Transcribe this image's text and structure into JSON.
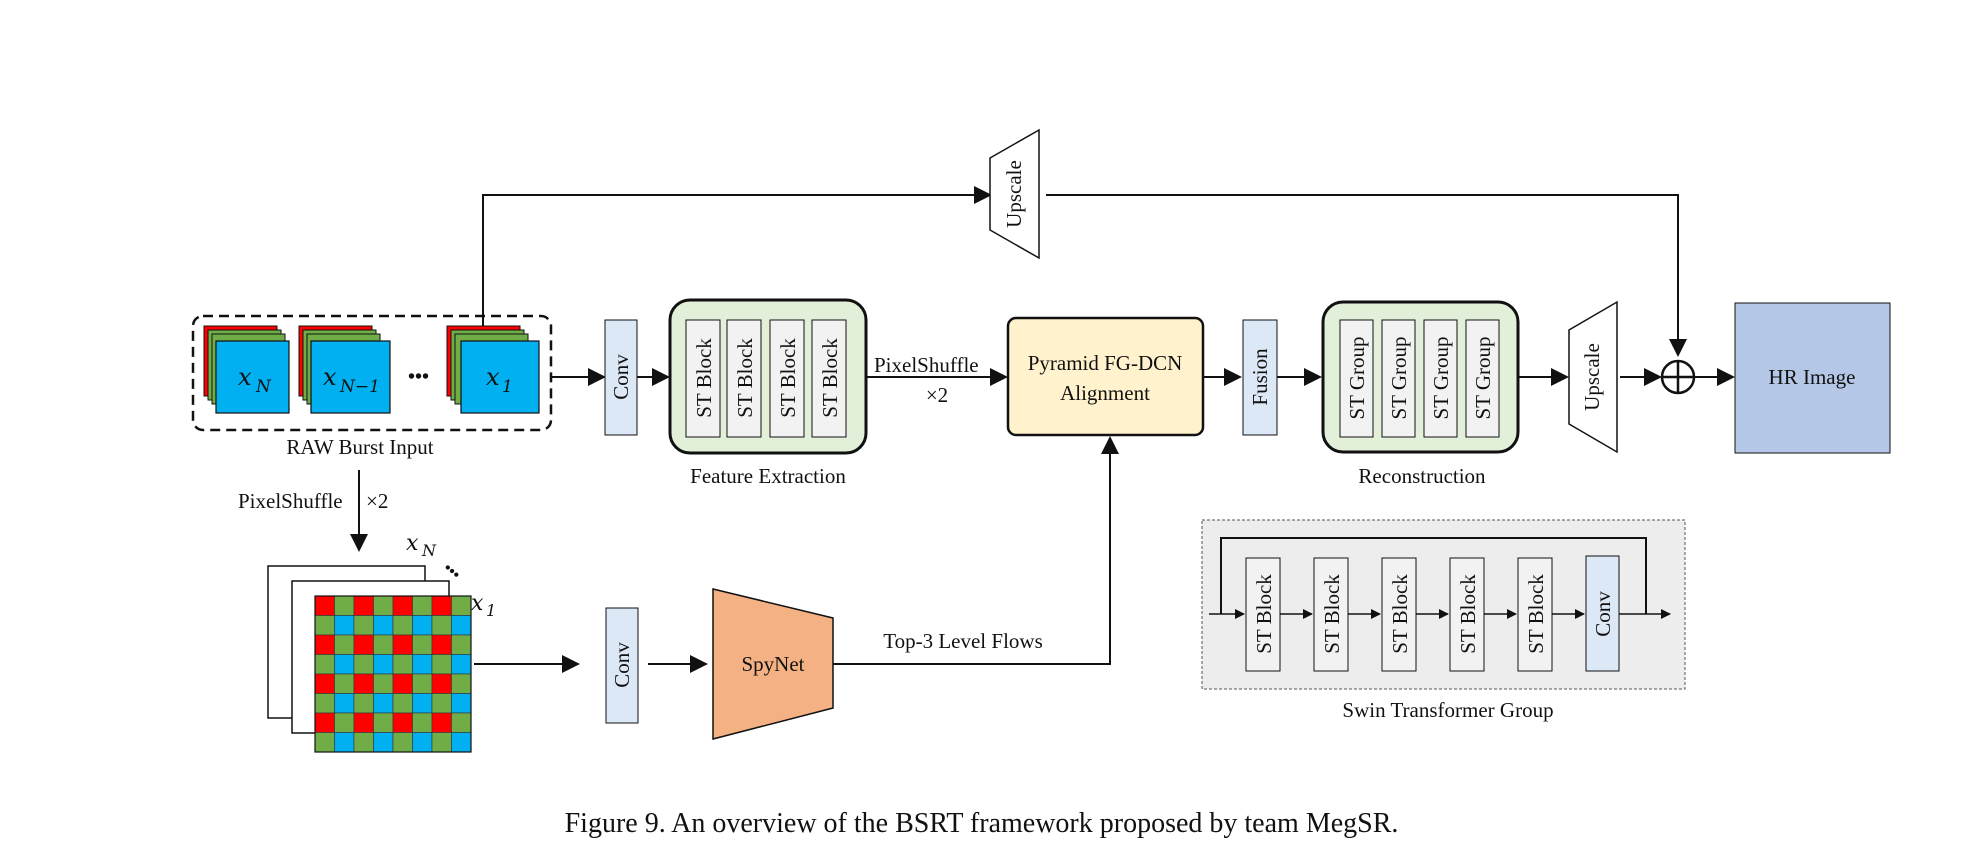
{
  "raw_burst": {
    "label": "RAW Burst Input",
    "frames": [
      {
        "symbol": "x",
        "subscript": "N"
      },
      {
        "symbol": "x",
        "subscript": "N−1"
      },
      {
        "symbol": "x",
        "subscript": "1"
      }
    ],
    "ellipsis": "•••"
  },
  "pixelshuffle_down": {
    "label": "PixelShuffle",
    "factor": "×2"
  },
  "bayer_stack": {
    "top_symbol": "x",
    "top_sub": "N",
    "bottom_symbol": "x",
    "bottom_sub": "1",
    "ellipsis": "•••"
  },
  "conv_top": "Conv",
  "conv_bottom": "Conv",
  "feature_extraction": {
    "label": "Feature Extraction",
    "blocks": [
      "ST Block",
      "ST Block",
      "ST Block",
      "ST Block"
    ]
  },
  "pixelshuffle_mid": {
    "label": "PixelShuffle",
    "factor": "×2"
  },
  "alignment": {
    "line1": "Pyramid FG-DCN",
    "line2": "Alignment"
  },
  "fusion": "Fusion",
  "reconstruction": {
    "label": "Reconstruction",
    "groups": [
      "ST Group",
      "ST Group",
      "ST Group",
      "ST Group"
    ]
  },
  "upscale_top": "Upscale",
  "upscale_right": "Upscale",
  "hr_image": "HR Image",
  "spynet": "SpyNet",
  "flows_label": "Top-3 Level Flows",
  "swin_group": {
    "label": "Swin Transformer Group",
    "blocks": [
      "ST Block",
      "ST Block",
      "ST Block",
      "ST Block",
      "ST Block"
    ],
    "conv": "Conv"
  },
  "caption": "Figure 9. An overview of the BSRT framework proposed by team MegSR.",
  "colors": {
    "conv_fill": "#dce8f5",
    "green_panel": "#e2efd9",
    "alignment_fill": "#fff2cc",
    "hr_fill": "#b4c7e7",
    "spynet_fill": "#f4b183",
    "blue_tile": "#00b0f0",
    "red": "#ff0000",
    "green": "#70ad47",
    "swin_bg": "#ededed",
    "block_fill": "#f2f2f2"
  }
}
